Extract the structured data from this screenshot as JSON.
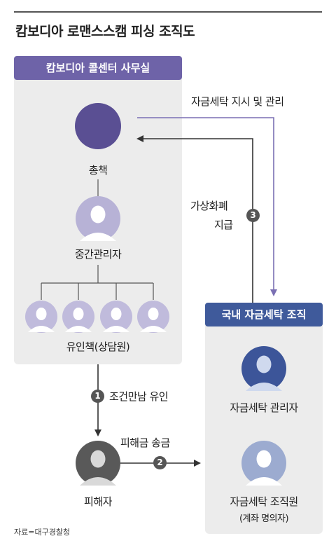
{
  "title": "캄보디아 로맨스스캠 피싱 조직도",
  "cambodia_office": {
    "header": "캄보디아 콜센터 사무실",
    "boss": "총책",
    "middle_manager": "중간관리자",
    "recruiters": "유인책(상담원)"
  },
  "domestic_org": {
    "header": "국내 자금세탁 조직",
    "launder_manager": "자금세탁 관리자",
    "launder_member": "자금세탁 조직원",
    "launder_member_note": "(계좌 명의자)"
  },
  "victim": "피해자",
  "flows": {
    "instruct": "자금세탁 지시 및 관리",
    "step1_number": "1",
    "step1": "조건만남 유인",
    "step2_number": "2",
    "step2": "피해금 송금",
    "step3_number": "3",
    "step3_line1": "가상화폐",
    "step3_line2": "지급"
  },
  "source": "자료=대구경찰청",
  "colors": {
    "header_purple": "#6e63a8",
    "header_blue": "#3f5a9b",
    "panel_gray": "#ececec",
    "arrow_purple": "#7a6fb3",
    "arrow_dark": "#333333"
  }
}
